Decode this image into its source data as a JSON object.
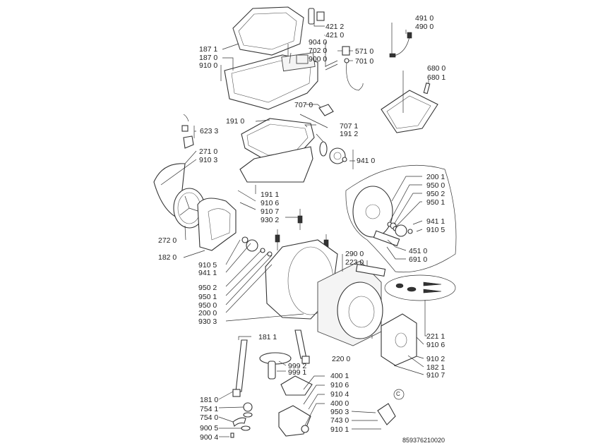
{
  "diagram": {
    "type": "exploded-parts-diagram",
    "subject": "top-loader washing machine tub/drum assembly",
    "document_code": "859376210020",
    "callout_group_marker": "C",
    "labels": {
      "l4212": "421 2",
      "l4210": "421 0",
      "l9040": "904 0",
      "l7020": "702 0",
      "l9000": "900 0",
      "l5710": "571 0",
      "l7010": "701 0",
      "l1871": "187 1",
      "l1870": "187 0",
      "l9100": "910 0",
      "l4910": "491 0",
      "l4900": "490 0",
      "l6800": "680 0",
      "l6801": "680 1",
      "l7070": "707 0",
      "l1910": "191 0",
      "l7071": "707 1",
      "l1912": "191 2",
      "l6233": "623 3",
      "l9410": "941 0",
      "l2710": "271 0",
      "l9103": "910 3",
      "l1911": "191 1",
      "l9106a": "910 6",
      "l9107a": "910 7",
      "l9302": "930 2",
      "l2720": "272 0",
      "l1820": "182 0",
      "l9105a": "910 5",
      "l9411a": "941 1",
      "l9502a": "950 2",
      "l9501a": "950 1",
      "l9500a": "950 0",
      "l2000": "200 0",
      "l9303": "930 3",
      "l2001": "200 1",
      "l9500b": "950 0",
      "l9502b": "950 2",
      "l9501b": "950 1",
      "l9411b": "941 1",
      "l9105b": "910 5",
      "l4510": "451 0",
      "l6910": "691 0",
      "l2900": "290 0",
      "l2230": "223 0",
      "l2211": "221 1",
      "l9106b": "910 6",
      "l9102": "910 2",
      "l1821": "182 1",
      "l9107b": "910 7",
      "l2200": "220 0",
      "l1811": "181 1",
      "l9992": "999 2",
      "l9991": "999 1",
      "l1810": "181 0",
      "l7541": "754 1",
      "l7540": "754 0",
      "l9005": "900 5",
      "l9004": "900 4",
      "l4001": "400 1",
      "l9106c": "910 6",
      "l9104": "910 4",
      "l4000": "400 0",
      "l9503": "950 3",
      "l7430": "743 0",
      "l9101": "910 1"
    }
  }
}
